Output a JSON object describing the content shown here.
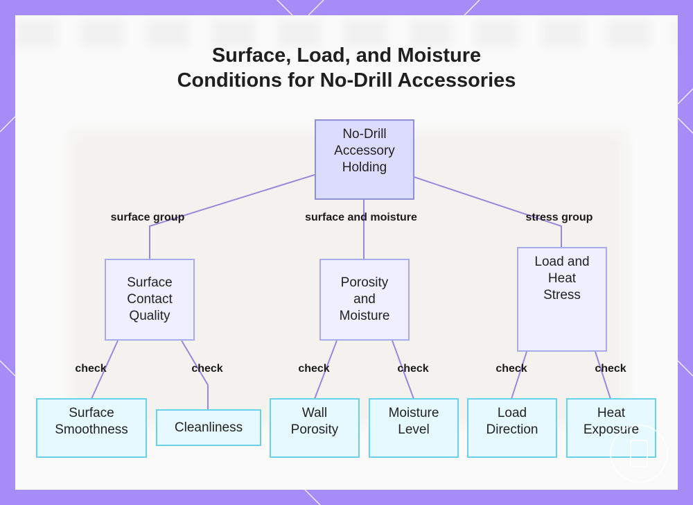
{
  "title_lines": [
    "Surface, Load, and Moisture",
    "Conditions for No-Drill Accessories"
  ],
  "colors": {
    "frame": "#a58cf6",
    "edge": "#9b86dc",
    "root_fill": "#dcdcff",
    "category_fill": "#efefff",
    "leaf_fill": "#e6f9fe",
    "leaf_border": "#6ad2e8"
  },
  "nodes": {
    "root": [
      "No-Drill",
      "Accessory",
      "Holding"
    ],
    "surface_contact": [
      "Surface",
      "Contact",
      "Quality"
    ],
    "porosity_moisture": [
      "Porosity",
      "and",
      "Moisture"
    ],
    "load_heat": [
      "Load and",
      "Heat",
      "Stress"
    ],
    "surface_smoothness": [
      "Surface",
      "Smoothness"
    ],
    "cleanliness": [
      "Cleanliness"
    ],
    "wall_porosity": [
      "Wall",
      "Porosity"
    ],
    "moisture_level": [
      "Moisture",
      "Level"
    ],
    "load_direction": [
      "Load",
      "Direction"
    ],
    "heat_exposure": [
      "Heat",
      "Exposure"
    ]
  },
  "edge_labels": {
    "surface_group": "surface group",
    "surface_and_moisture": "surface and moisture",
    "stress_group": "stress group",
    "check": "check"
  }
}
